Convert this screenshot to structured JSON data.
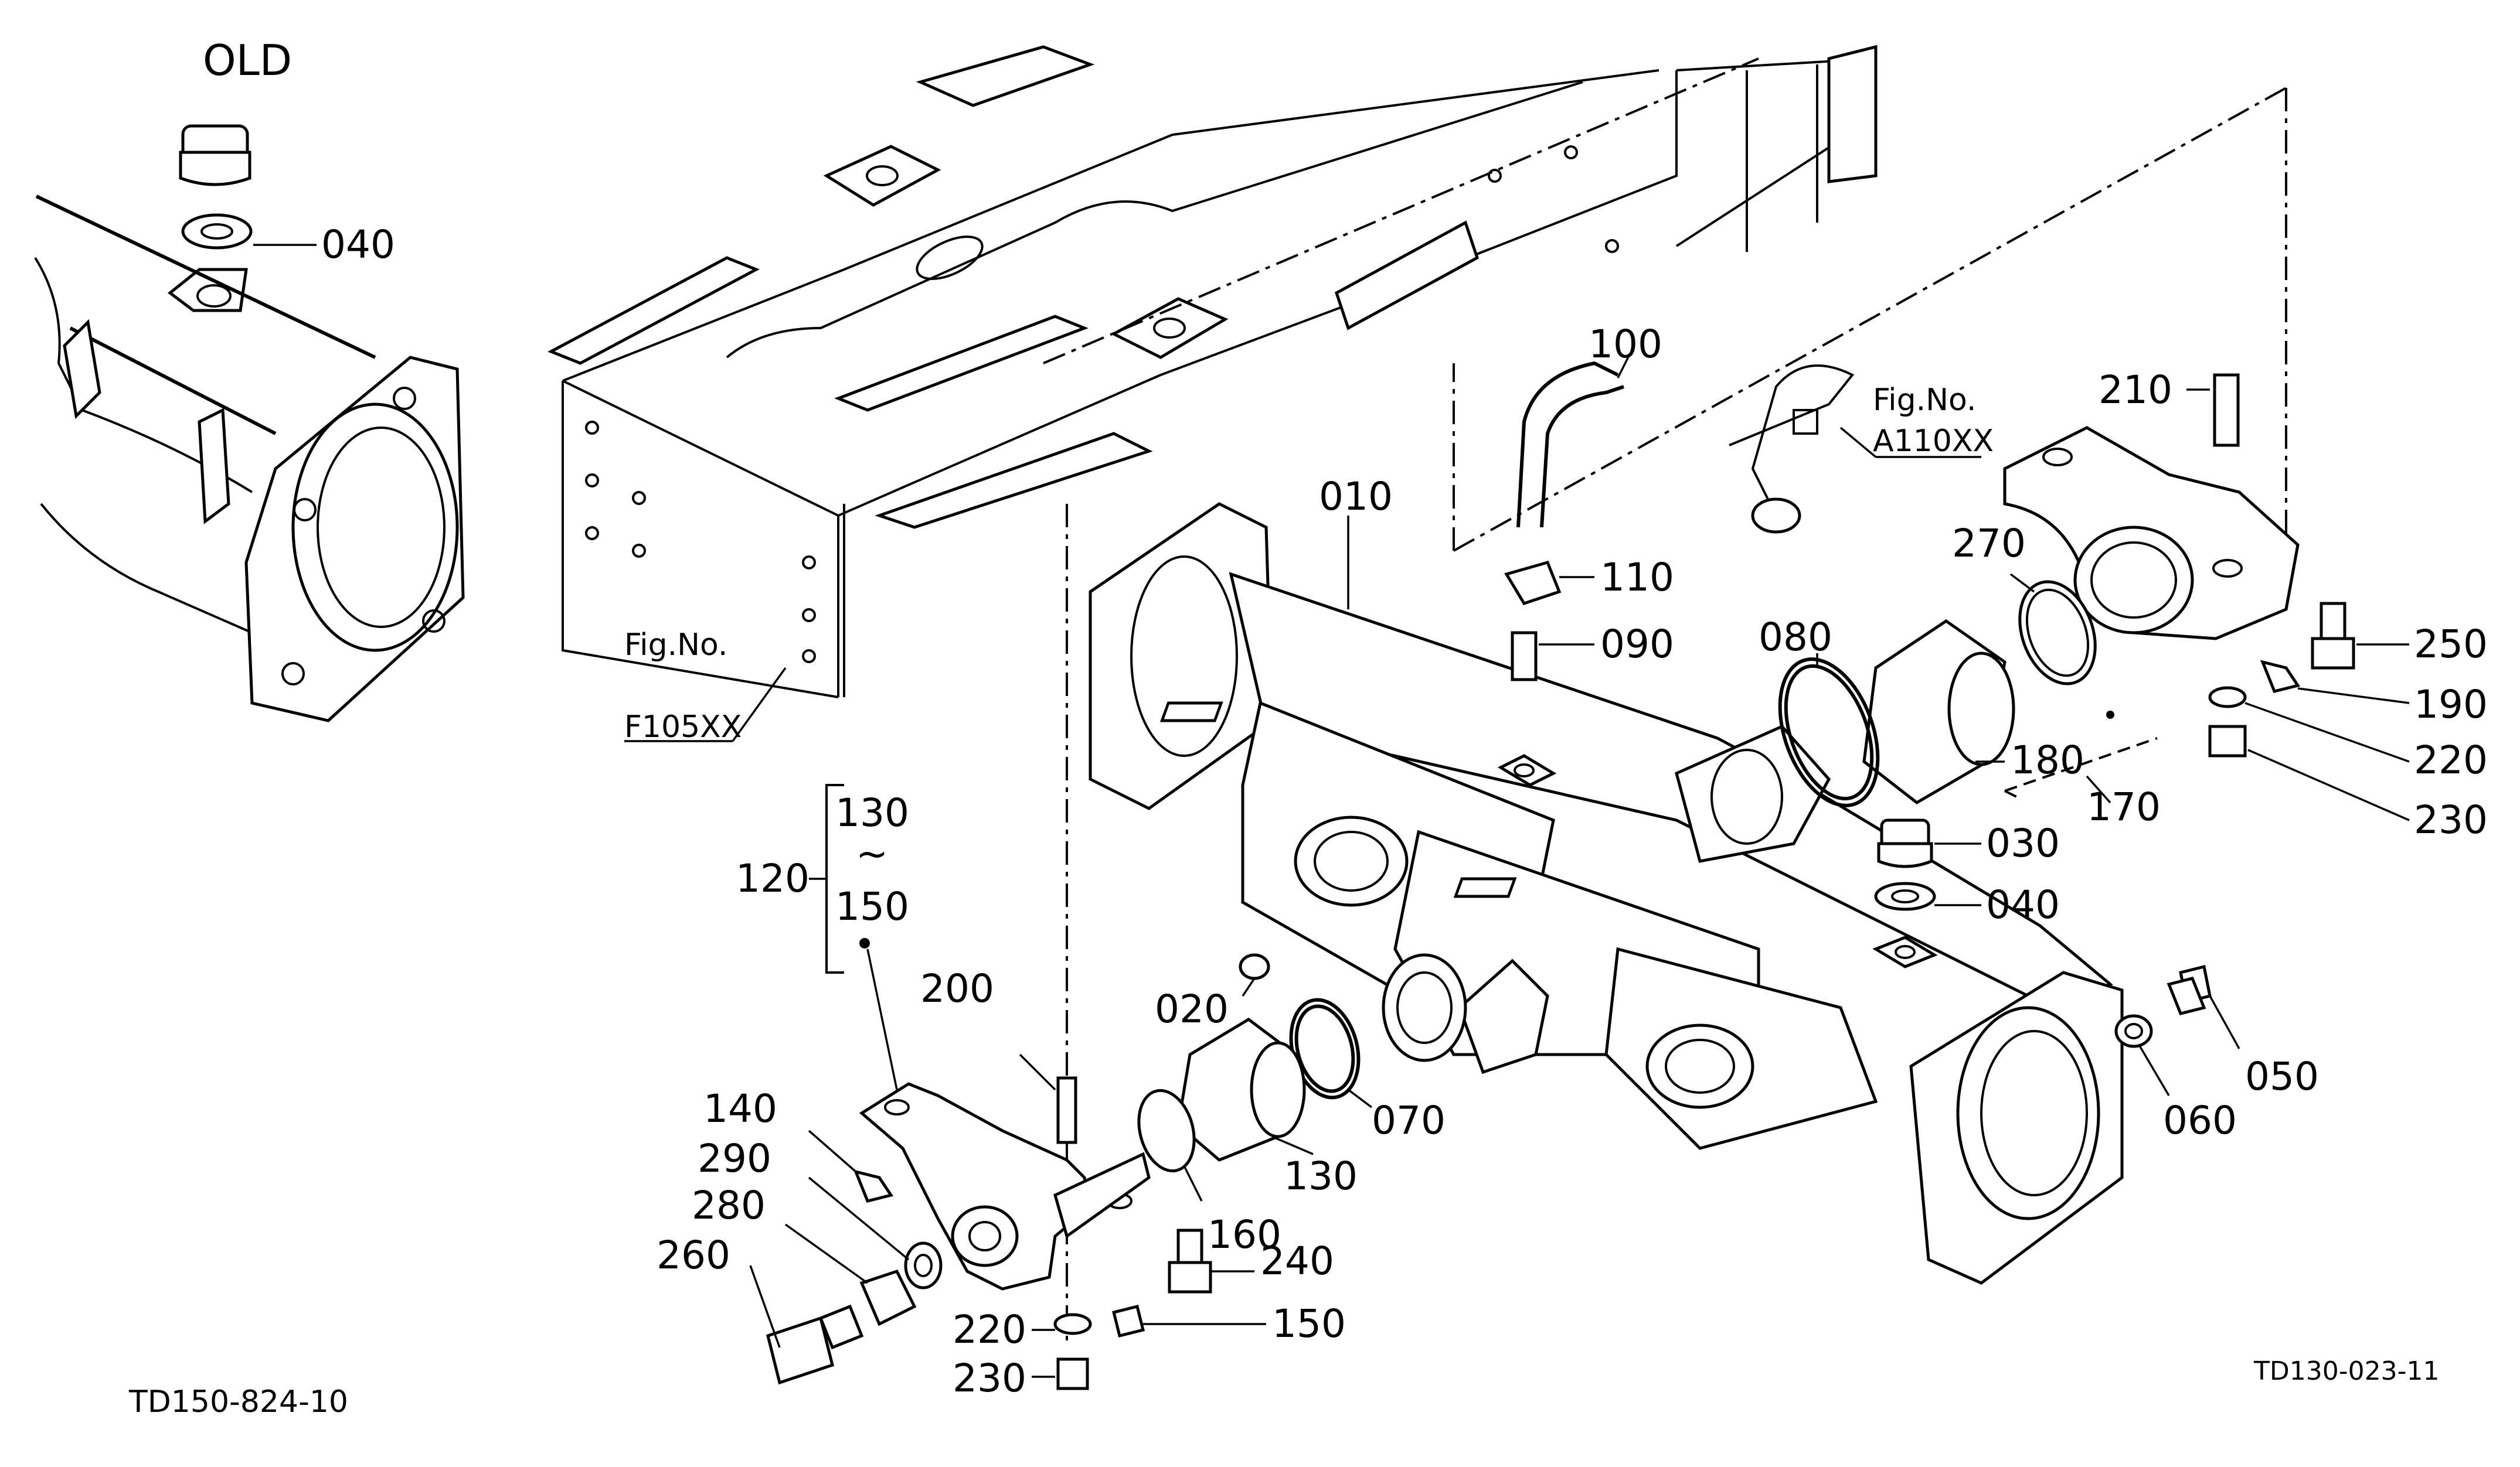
{
  "title_old": "OLD",
  "drawing_code_left": "TD150-824-10",
  "drawing_code_right": "TD130-023-11",
  "fig_refs": {
    "frame_ref_a": "Fig.No.",
    "frame_ref_b": "F105XX",
    "hose_ref_a": "Fig.No.",
    "hose_ref_b": "A110XX"
  },
  "part_labels": {
    "p010": "010",
    "p020": "020",
    "p030": "030",
    "p040_old": "040",
    "p040": "040",
    "p050": "050",
    "p060": "060",
    "p070": "070",
    "p080": "080",
    "p090": "090",
    "p100": "100",
    "p110": "110",
    "p120": "120",
    "p130_range": "130",
    "p150_range": "150",
    "range_tilde": "~",
    "p130": "130",
    "p140": "140",
    "p150": "150",
    "p160": "160",
    "p170": "170",
    "p180": "180",
    "p190": "190",
    "p200": "200",
    "p210": "210",
    "p220_right": "220",
    "p220_left": "220",
    "p230_right": "230",
    "p230_left": "230",
    "p240": "240",
    "p250": "250",
    "p260": "260",
    "p270": "270",
    "p280": "280",
    "p290": "290"
  }
}
